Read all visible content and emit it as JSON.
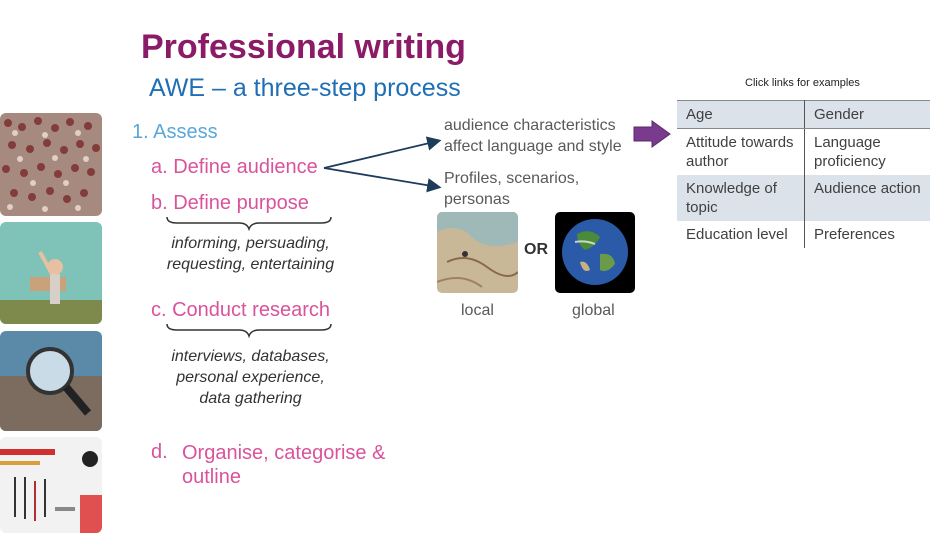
{
  "title": "Professional writing",
  "subtitle": "AWE – a three-step process",
  "steps": {
    "assess": "1.   Assess",
    "a": "a.   Define audience",
    "b": "b.   Define purpose",
    "b_detail": [
      "informing, persuading,",
      "requesting, entertaining"
    ],
    "c": "c.   Conduct research",
    "c_detail": [
      "interviews, databases,",
      "personal experience,",
      "data gathering"
    ],
    "d_letter": "d.",
    "d_lines": [
      "Organise, categorise &",
      "outline"
    ]
  },
  "audience": {
    "characteristics": [
      "audience characteristics",
      "affect language and style"
    ],
    "profiles": [
      "Profiles, scenarios,",
      "personas"
    ],
    "or_label": "OR",
    "local_label": "local",
    "global_label": "global"
  },
  "table": {
    "hint": "Click links for examples",
    "rows": [
      [
        "Age",
        "Gender"
      ],
      [
        "Attitude towards author",
        "Language proficiency"
      ],
      [
        "Knowledge of topic",
        "Audience action"
      ],
      [
        "Education level",
        "Preferences"
      ]
    ]
  },
  "colors": {
    "title": "#8b1a67",
    "subtitle": "#1f6fb5",
    "step": "#d9539c",
    "arrow": "#7a3b8f"
  }
}
